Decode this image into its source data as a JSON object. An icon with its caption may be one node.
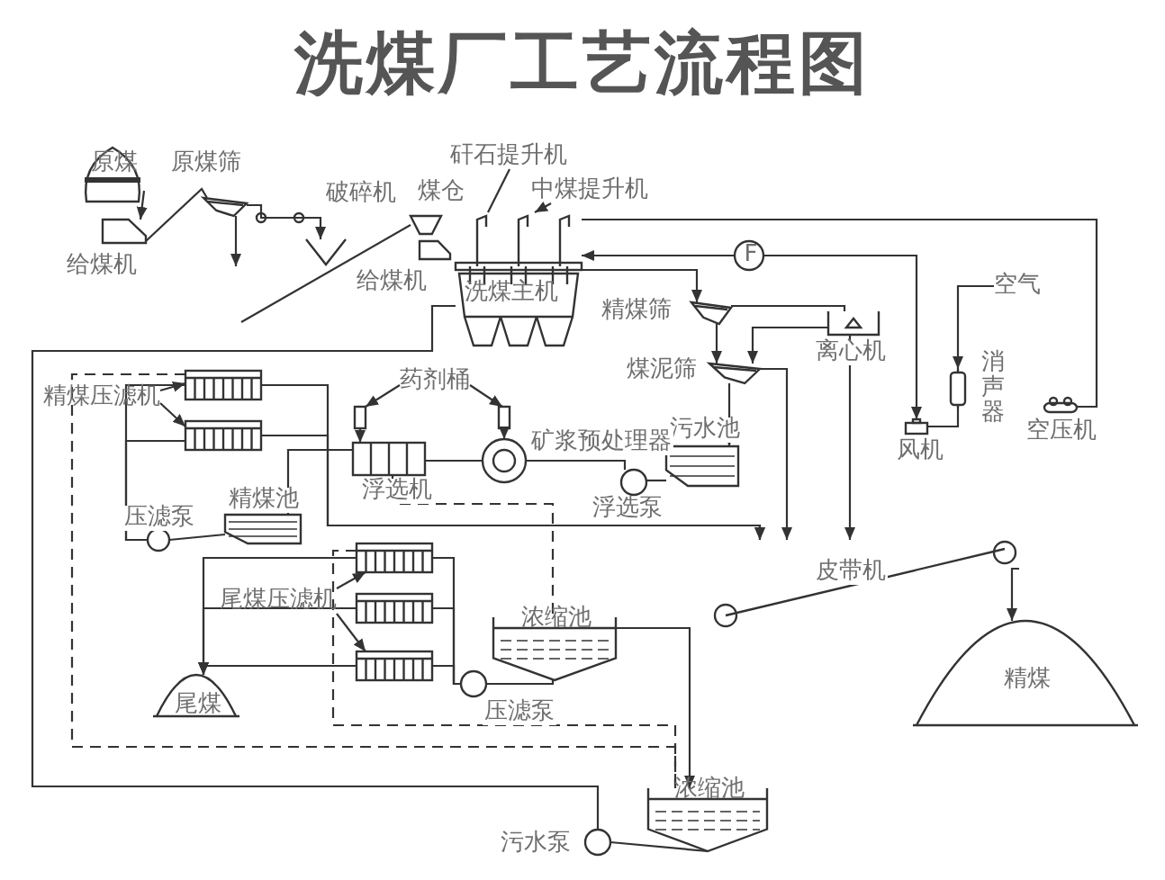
{
  "diagram": {
    "title": "洗煤厂工艺流程图",
    "nodes": [
      {
        "text": [
          "原煤"
        ]
      },
      {
        "text": [
          "给煤机"
        ]
      },
      {
        "text": [
          "原煤筛"
        ]
      },
      {
        "text": [
          "破碎机"
        ]
      },
      {
        "text": [
          "煤仓"
        ]
      },
      {
        "text": [
          "给煤机"
        ]
      },
      {
        "text": [
          "洗煤主机"
        ]
      },
      {
        "text": [
          "矸石提升机"
        ]
      },
      {
        "text": [
          "中煤提升机"
        ]
      },
      {
        "text": [
          "F"
        ]
      },
      {
        "text": [
          "精煤筛"
        ]
      },
      {
        "text": [
          "离心机"
        ]
      },
      {
        "text": [
          "煤泥筛"
        ]
      },
      {
        "text": [
          "污水池"
        ]
      },
      {
        "text": [
          "风机"
        ]
      },
      {
        "text": [
          "消声器"
        ]
      },
      {
        "text": [
          "空气"
        ]
      },
      {
        "text": [
          "空压机"
        ]
      },
      {
        "text": [
          "精煤压滤机"
        ]
      },
      {
        "text": [],
        "shape": "box"
      },
      {
        "text": [],
        "shape": "box"
      },
      {
        "text": [
          "药剂桶"
        ]
      },
      {
        "text": [],
        "shape": "box"
      },
      {
        "text": [],
        "shape": "box"
      },
      {
        "text": [
          "浮选机"
        ]
      },
      {
        "text": [
          "矿浆预处理器"
        ]
      },
      {
        "text": [
          "浮选泵"
        ]
      },
      {
        "text": [
          "精煤池"
        ]
      },
      {
        "text": [
          "压滤泵"
        ]
      },
      {
        "text": [
          "尾煤压滤机"
        ]
      },
      {
        "text": [],
        "shape": "box"
      },
      {
        "text": [],
        "shape": "box"
      },
      {
        "text": [],
        "shape": "box"
      },
      {
        "text": [
          "尾煤"
        ]
      },
      {
        "text": [
          "浓缩池"
        ]
      },
      {
        "text": [
          "压滤泵"
        ]
      },
      {
        "text": [
          "浓缩池"
        ]
      },
      {
        "text": [
          "污水泵"
        ]
      },
      {
        "text": [
          "皮带机"
        ]
      },
      {
        "text": [
          "精煤"
        ]
      }
    ],
    "edges": [
      {
        "from": 0,
        "to": 1,
        "arrow": "to"
      },
      {
        "from": 1,
        "to": 2,
        "arrow": "none"
      },
      {
        "from": 2,
        "to": 3,
        "arrow": "to"
      },
      {
        "from": 2,
        "to": null,
        "arrow": "to"
      },
      {
        "from": null,
        "to": 4,
        "arrow": "none"
      },
      {
        "from": 6,
        "to": 10,
        "arrow": "to"
      },
      {
        "from": 9,
        "to": 6,
        "arrow": "to"
      },
      {
        "from": 9,
        "to": 14,
        "arrow": "to"
      },
      {
        "from": 17,
        "to": 6,
        "arrow": "none"
      },
      {
        "from": 16,
        "to": 15,
        "arrow": "to"
      },
      {
        "from": 15,
        "to": 14,
        "arrow": "none"
      },
      {
        "from": 10,
        "to": 12,
        "arrow": "to"
      },
      {
        "from": 10,
        "to": 11,
        "arrow": "none"
      },
      {
        "from": 11,
        "to": 12,
        "arrow": "to"
      },
      {
        "from": 11,
        "to": 38,
        "arrow": "to"
      },
      {
        "from": 12,
        "to": 38,
        "arrow": "to"
      },
      {
        "from": 12,
        "to": 13,
        "arrow": "to"
      },
      {
        "from": 13,
        "to": 26,
        "arrow": "none"
      },
      {
        "from": 26,
        "to": 25,
        "arrow": "none"
      },
      {
        "from": 25,
        "to": 24,
        "arrow": "none"
      },
      {
        "from": 19,
        "to": 38,
        "arrow": "to"
      },
      {
        "from": 20,
        "to": 38,
        "arrow": "to"
      },
      {
        "from": 28,
        "to": 19,
        "arrow": "none"
      },
      {
        "from": 28,
        "to": 20,
        "arrow": "none"
      },
      {
        "from": 27,
        "to": 28,
        "arrow": "none"
      },
      {
        "from": 24,
        "to": 27,
        "arrow": "none"
      },
      {
        "from": 19,
        "to": 36,
        "arrow": "none",
        "style": "dashed"
      },
      {
        "from": 24,
        "to": 34,
        "arrow": "none",
        "style": "dashed"
      },
      {
        "from": 30,
        "to": 36,
        "arrow": "none",
        "style": "dashed"
      },
      {
        "from": 34,
        "to": 35,
        "arrow": "none"
      },
      {
        "from": 35,
        "to": 30,
        "arrow": "none"
      },
      {
        "from": 35,
        "to": 31,
        "arrow": "none"
      },
      {
        "from": 35,
        "to": 32,
        "arrow": "none"
      },
      {
        "from": 30,
        "to": 33,
        "arrow": "to"
      },
      {
        "from": 31,
        "to": 33,
        "arrow": "to"
      },
      {
        "from": 32,
        "to": 33,
        "arrow": "to"
      },
      {
        "from": 34,
        "to": 36,
        "arrow": "to"
      },
      {
        "from": 36,
        "to": 37,
        "arrow": "none"
      },
      {
        "from": 37,
        "to": 6,
        "arrow": "none"
      },
      {
        "from": 38,
        "to": 39,
        "arrow": "to"
      },
      {
        "from": 7,
        "to": 6,
        "arrow": "none"
      },
      {
        "from": 8,
        "to": 6,
        "arrow": "to"
      },
      {
        "from": 21,
        "to": 22,
        "arrow": "to"
      },
      {
        "from": 21,
        "to": 23,
        "arrow": "to"
      },
      {
        "from": 18,
        "to": 19,
        "arrow": "to"
      },
      {
        "from": 18,
        "to": 20,
        "arrow": "to"
      },
      {
        "from": 29,
        "to": 30,
        "arrow": "to"
      },
      {
        "from": 29,
        "to": 32,
        "arrow": "to"
      },
      {
        "from": 22,
        "to": 24,
        "arrow": "to"
      },
      {
        "from": 23,
        "to": 25,
        "arrow": "to"
      }
    ]
  }
}
